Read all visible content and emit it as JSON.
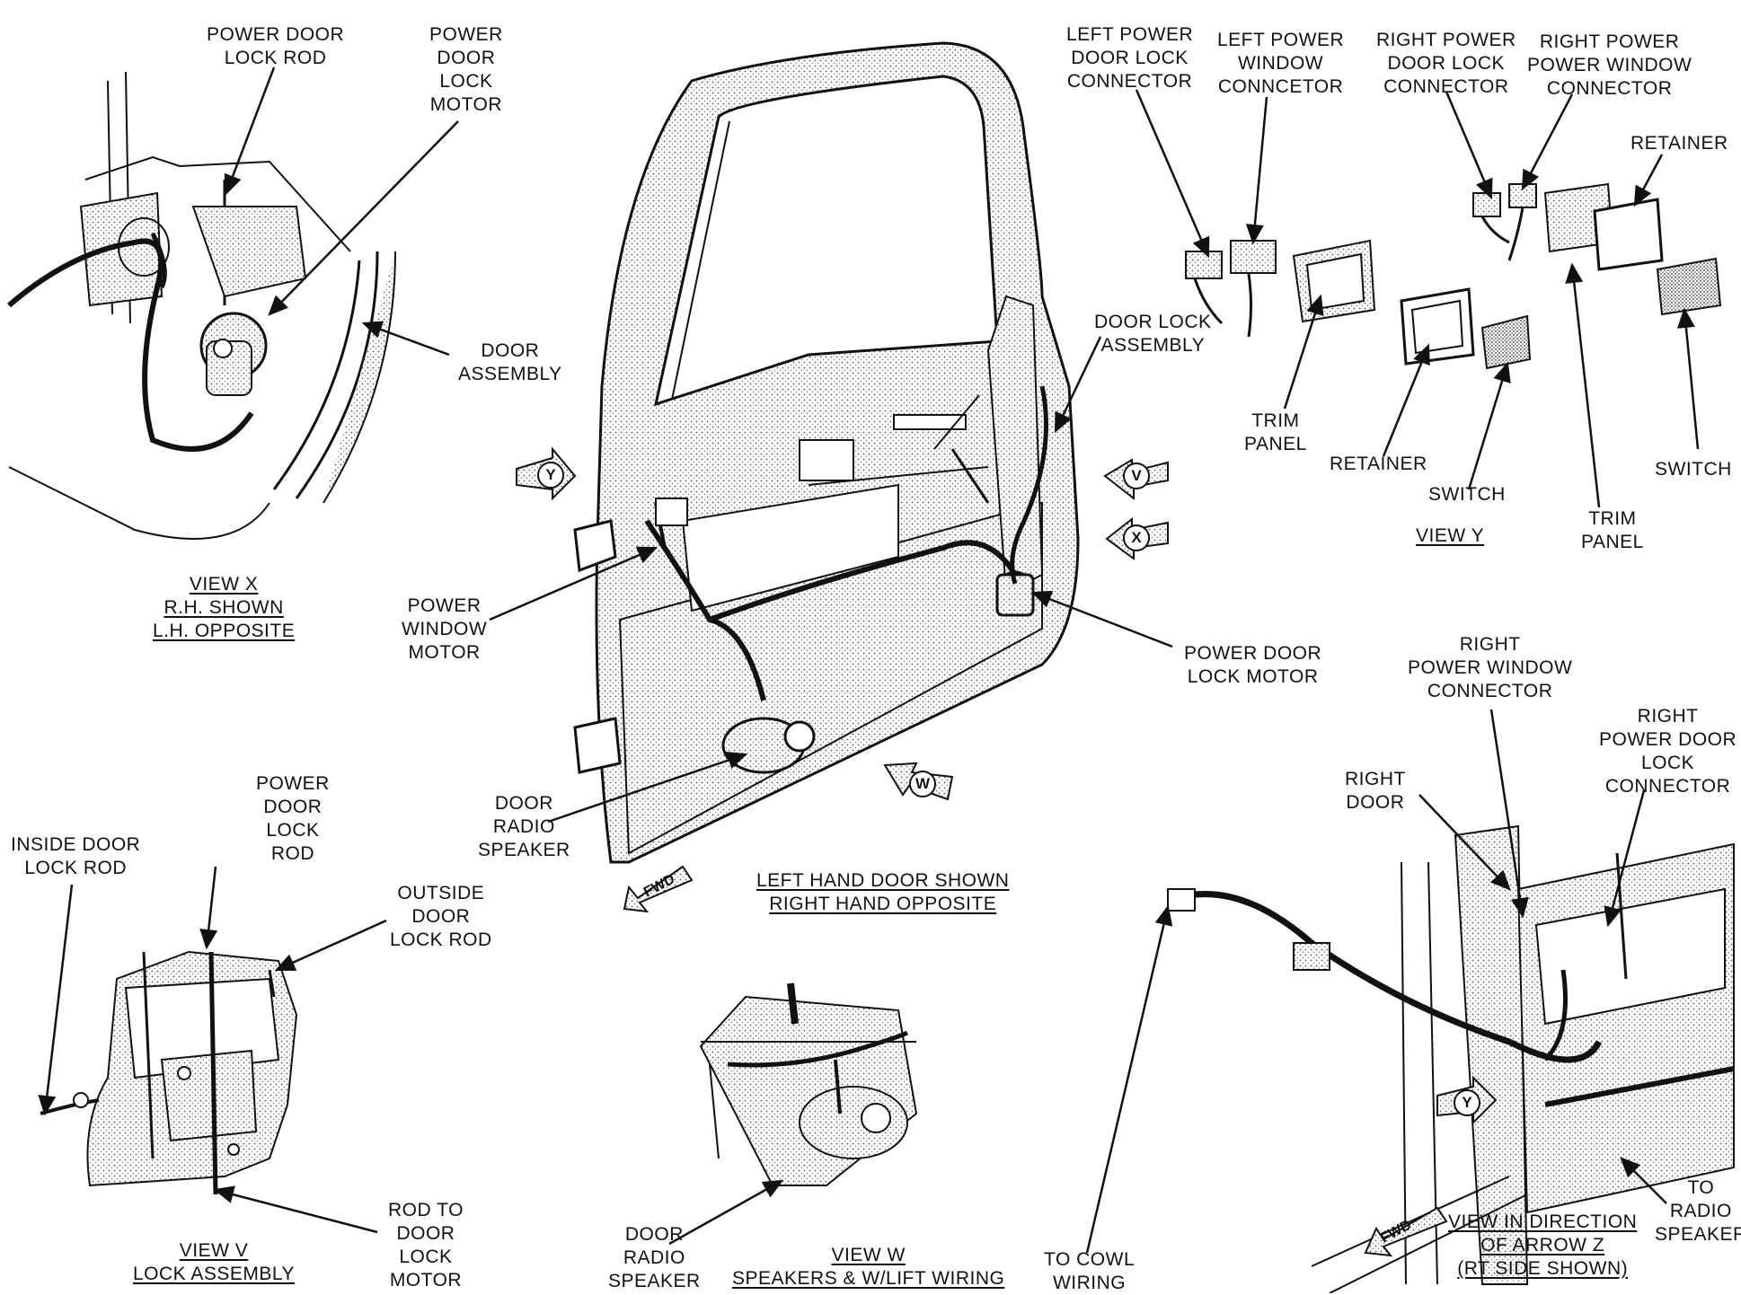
{
  "labels": {
    "vx_lock_rod": [
      "POWER DOOR",
      "LOCK ROD"
    ],
    "vx_lock_motor": [
      "POWER",
      "DOOR",
      "LOCK",
      "MOTOR"
    ],
    "vx_door_assembly": [
      "DOOR",
      "ASSEMBLY"
    ],
    "vx_title": [
      "VIEW X",
      "R.H. SHOWN",
      "L.H. OPPOSITE"
    ],
    "main_power_window_motor": [
      "POWER",
      "WINDOW",
      "MOTOR"
    ],
    "main_radio_speaker": [
      "DOOR",
      "RADIO",
      "SPEAKER"
    ],
    "main_title": [
      "LEFT HAND DOOR SHOWN",
      "RIGHT HAND OPPOSITE"
    ],
    "main_door_lock_assembly": [
      "DOOR LOCK",
      "ASSEMBLY"
    ],
    "main_power_door_lock_motor": [
      "POWER DOOR",
      "LOCK MOTOR"
    ],
    "vy_left_lock_connector": [
      "LEFT POWER",
      "DOOR LOCK",
      "CONNECTOR"
    ],
    "vy_left_window_connector": [
      "LEFT POWER",
      "WINDOW",
      "CONNCETOR"
    ],
    "vy_right_lock_connector": [
      "RIGHT POWER",
      "DOOR LOCK",
      "CONNECTOR"
    ],
    "vy_right_window_connector": [
      "RIGHT POWER",
      "POWER WINDOW",
      "CONNECTOR"
    ],
    "vy_retainer_top": [
      "RETAINER"
    ],
    "vy_trim_panel_left": [
      "TRIM",
      "PANEL"
    ],
    "vy_retainer_left": [
      "RETAINER"
    ],
    "vy_switch_left": [
      "SWITCH"
    ],
    "vy_title": [
      "VIEW Y"
    ],
    "vy_trim_panel_right": [
      "TRIM",
      "PANEL"
    ],
    "vy_switch_right": [
      "SWITCH"
    ],
    "vv_power_lock_rod": [
      "POWER",
      "DOOR",
      "LOCK",
      "ROD"
    ],
    "vv_inside_rod": [
      "INSIDE DOOR",
      "LOCK ROD"
    ],
    "vv_outside_rod": [
      "OUTSIDE",
      "DOOR",
      "LOCK ROD"
    ],
    "vv_rod_to_motor": [
      "ROD TO",
      "DOOR",
      "LOCK",
      "MOTOR"
    ],
    "vv_title": [
      "VIEW V",
      "LOCK ASSEMBLY"
    ],
    "vw_radio_speaker": [
      "DOOR",
      "RADIO",
      "SPEAKER"
    ],
    "vw_title": [
      "VIEW W",
      "SPEAKERS & W/LIFT WIRING"
    ],
    "vz_right_window_connector": [
      "RIGHT",
      "POWER WINDOW",
      "CONNECTOR"
    ],
    "vz_right_lock_connector": [
      "RIGHT",
      "POWER DOOR",
      "LOCK",
      "CONNECTOR"
    ],
    "vz_right_door": [
      "RIGHT",
      "DOOR"
    ],
    "vz_cowl": [
      "TO COWL",
      "WIRING"
    ],
    "vz_radio_speaker": [
      "TO",
      "RADIO",
      "SPEAKER"
    ],
    "vz_title": [
      "VIEW IN DIRECTION",
      "OF ARROW Z",
      "(RT SIDE SHOWN)"
    ]
  },
  "arrow_tags": {
    "y": "Y",
    "v": "V",
    "x": "X",
    "w": "W",
    "z_y": "Y"
  },
  "fwd": {
    "main": "FWD",
    "view_z": "FWD"
  }
}
